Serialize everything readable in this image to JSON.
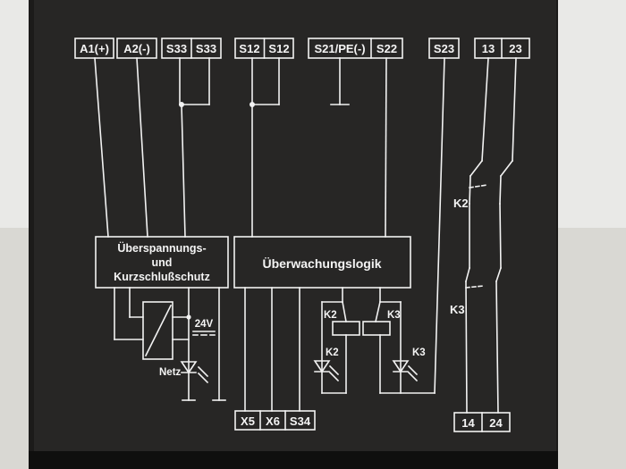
{
  "terminals_top": [
    "A1(+)",
    "A2(-)",
    "S33",
    "S33",
    "S12",
    "S12",
    "S21/PE(-)",
    "S22",
    "S23",
    "13",
    "23"
  ],
  "terminals_bottom_left": [
    "X5",
    "X6",
    "S34"
  ],
  "terminals_bottom_right": [
    "14",
    "24"
  ],
  "blocks": {
    "protection": [
      "Überspannungs-",
      "und",
      "Kurzschlußschutz"
    ],
    "logic": "Überwachungslogik"
  },
  "labels": {
    "voltage": "24V",
    "netz": "Netz",
    "relay_k2": "K2",
    "relay_k3": "K3",
    "led_k2": "K2",
    "led_k3": "K3",
    "contact_k2": "K2",
    "contact_k3": "K3"
  },
  "colors": {
    "panel": "#272625",
    "print": "#f2f2f2",
    "background": "#e9e9e7"
  }
}
